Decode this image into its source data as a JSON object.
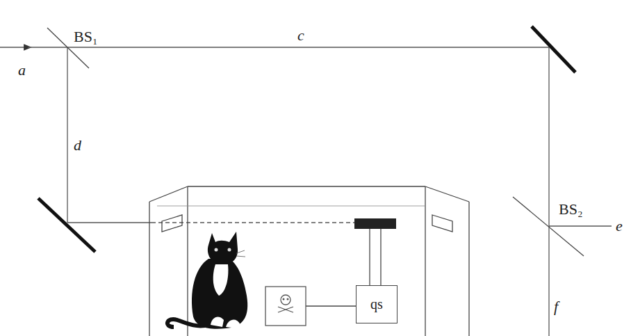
{
  "diagram": {
    "nodes": [
      {
        "text": [
          "qs"
        ]
      }
    ],
    "edges": [],
    "labels": [
      "BS₁",
      "c",
      "a",
      "d",
      "BS₂",
      "e",
      "f"
    ]
  }
}
